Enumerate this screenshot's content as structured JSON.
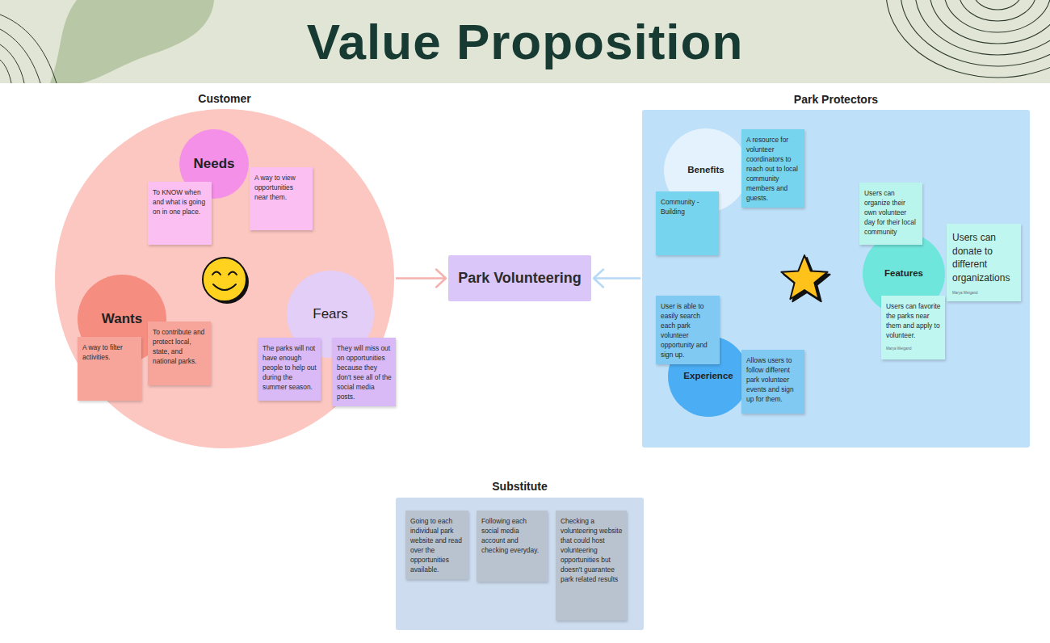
{
  "diagram": {
    "title": "Value Proposition",
    "nodes": [
      {
        "text": [
          "Customer"
        ]
      },
      {
        "text": [
          "Needs"
        ],
        "in": 0
      },
      {
        "text": [
          "To KNOW when and what is going on in one place."
        ],
        "in": 0
      },
      {
        "text": [
          "A way to view opportunities near them."
        ],
        "in": 0
      },
      {
        "text": [
          "Wants"
        ],
        "in": 0
      },
      {
        "text": [
          "A way to filter activities."
        ],
        "in": 0
      },
      {
        "text": [
          "To contribute and protect local, state, and national parks."
        ],
        "in": 0
      },
      {
        "text": [
          "Fears"
        ],
        "in": 0
      },
      {
        "text": [
          "The parks will not have enough people to help out during the summer season."
        ],
        "in": 0
      },
      {
        "text": [
          "They will miss out on opportunities because they don't see all of the social media posts."
        ],
        "in": 0
      },
      {
        "text": [
          "Park Volunteering"
        ]
      },
      {
        "text": [
          "Park Protectors"
        ]
      },
      {
        "text": [
          "Benefits"
        ],
        "in": 11
      },
      {
        "text": [
          "A resource for volunteer coordinators to reach out to local community members and guests."
        ],
        "in": 11
      },
      {
        "text": [
          "Community - Building"
        ],
        "in": 11
      },
      {
        "text": [
          "Features"
        ],
        "in": 11
      },
      {
        "text": [
          "Users can organize their own volunteer day for their local community"
        ],
        "in": 11
      },
      {
        "text": [
          "Users can donate to different organizations",
          "Marya Weigand"
        ],
        "in": 11
      },
      {
        "text": [
          "Users can favorite the parks near them and apply to volunteer.",
          "Marya Weigand"
        ],
        "in": 11
      },
      {
        "text": [
          "Experience"
        ],
        "in": 11
      },
      {
        "text": [
          "User is able to easily search each park volunteer opportunity and sign up."
        ],
        "in": 11
      },
      {
        "text": [
          "Allows users to follow different park volunteer events and sign up for them."
        ],
        "in": 11
      },
      {
        "text": [
          "Substitute"
        ]
      },
      {
        "text": [
          "Going to each individual park website and read over the opportunities available."
        ],
        "in": 22
      },
      {
        "text": [
          "Following each social media account and checking everyday."
        ],
        "in": 22
      },
      {
        "text": [
          "Checking a volunteering website that could host volunteering opportunities but doesn't guarantee park related results"
        ],
        "in": 22
      }
    ],
    "edges": [
      {
        "from": 0,
        "to": 10,
        "arrow": "to"
      },
      {
        "from": 11,
        "to": 10,
        "arrow": "to"
      }
    ]
  }
}
